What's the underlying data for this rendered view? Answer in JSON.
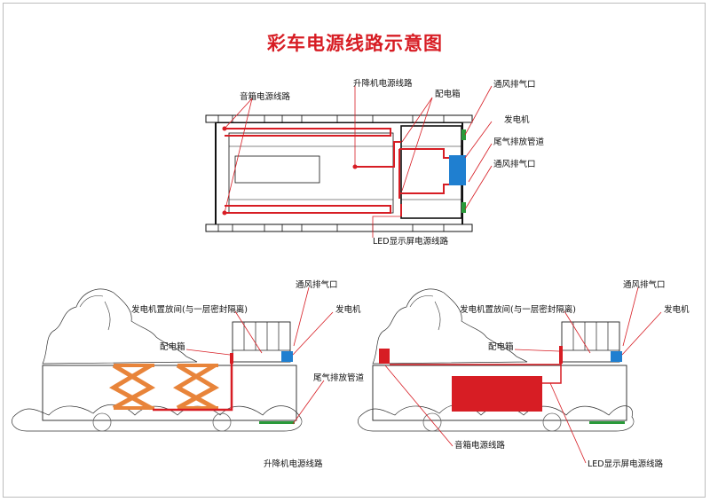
{
  "title": "彩车电源线路示意图",
  "colors": {
    "title": "#d71d24",
    "power_line": "#d71d24",
    "generator": "#1f7fd0",
    "vent": "#2a9a3a",
    "lift": "#e8843a"
  },
  "top_view": {
    "audio_power_line": "音箱电源线路",
    "lift_power_line": "升降机电源线路",
    "distribution_box": "配电箱",
    "vent_exhaust_top": "通风排气口",
    "generator": "发电机",
    "exhaust_pipe": "尾气排放管道",
    "vent_exhaust_bottom": "通风排气口",
    "led_power_line": "LED显示屏电源线路"
  },
  "side_view_left": {
    "generator_room": "发电机置放间(与一层密封隔离)",
    "vent_exhaust": "通风排气口",
    "generator": "发电机",
    "distribution_box": "配电箱",
    "exhaust_pipe": "尾气排放管道",
    "caption": "升降机电源线路"
  },
  "side_view_right": {
    "generator_room": "发电机置放间(与一层密封隔离)",
    "vent_exhaust": "通风排气口",
    "generator": "发电机",
    "distribution_box": "配电箱",
    "audio_power_line": "音箱电源线路",
    "led_power_line": "LED显示屏电源线路"
  }
}
